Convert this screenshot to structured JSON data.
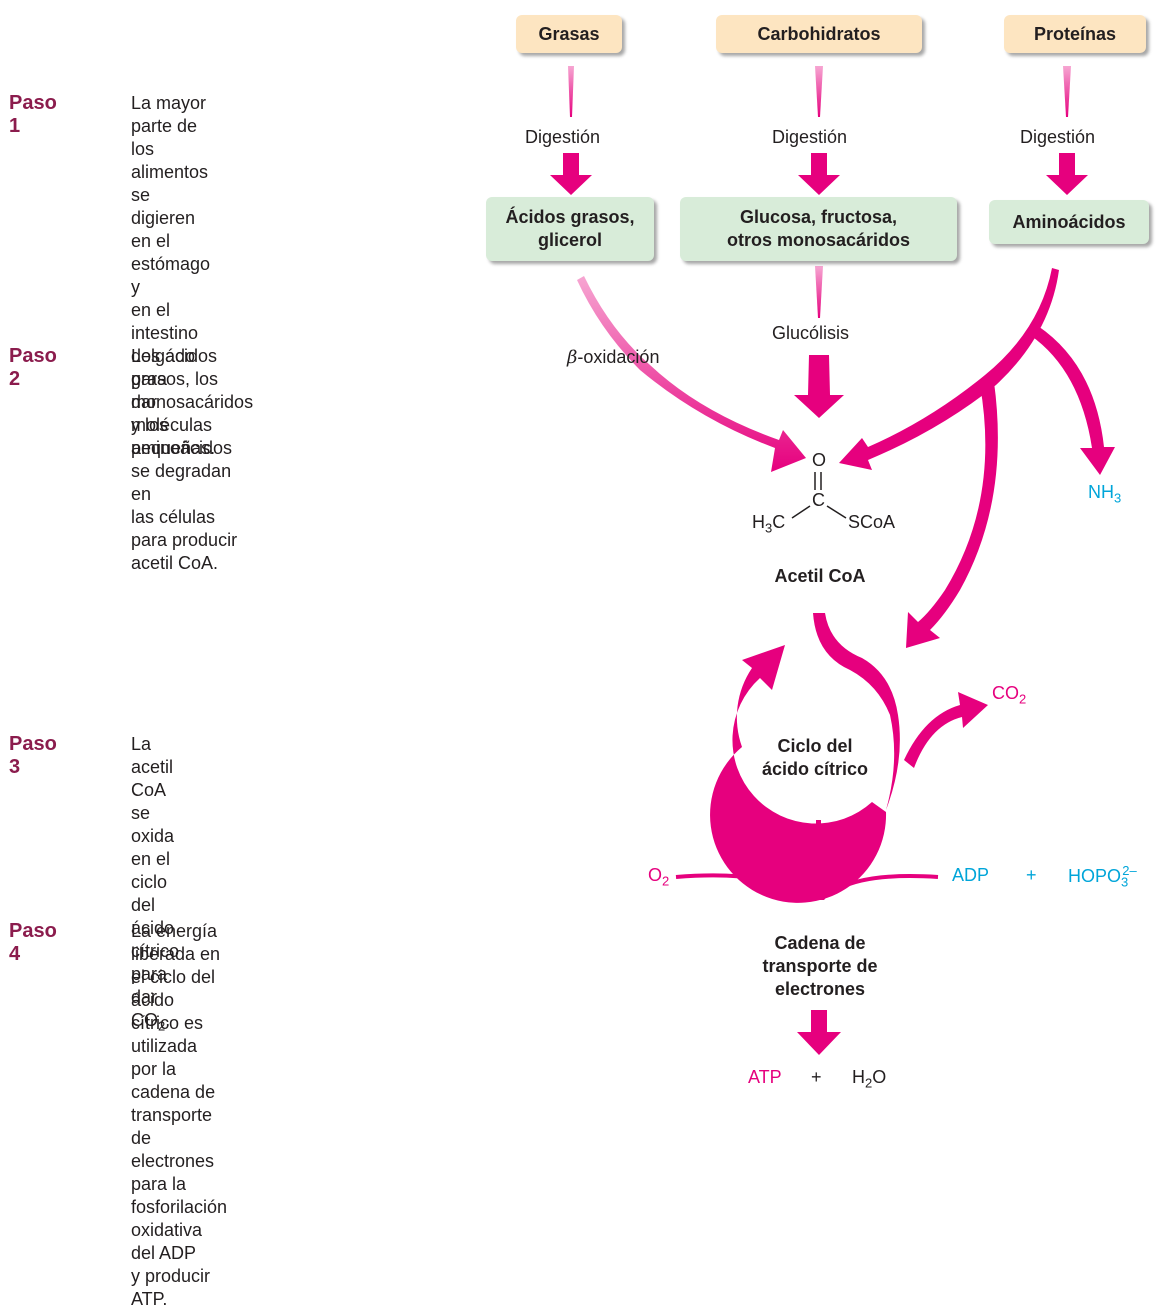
{
  "steps": [
    {
      "title": "Paso 1",
      "lines": [
        "La mayor parte de los alimentos",
        "se digieren en el estómago y",
        "en el intestino delgado para",
        "dar moléculas pequeñas."
      ]
    },
    {
      "title": "Paso 2",
      "lines": [
        "Los ácidos grasos, los monosacáridos",
        "y los aminoácidos se degradan en",
        "las células para producir acetil CoA."
      ]
    },
    {
      "title": "Paso 3",
      "lines": [
        "La acetil CoA se oxida en el ciclo del",
        "ácido cítrico para dar CO"
      ],
      "line2_sub": "2",
      "line2_end": "."
    },
    {
      "title": "Paso 4",
      "lines": [
        "La energía liberada en el ciclo del ácido",
        "cítrico es utilizada por la cadena de",
        "transporte de electrones para la",
        "fosforilación oxidativa del ADP",
        "y producir ATP."
      ]
    }
  ],
  "foods": [
    "Grasas",
    "Carbohidratos",
    "Proteínas"
  ],
  "digestion_label": "Digestión",
  "molecules": [
    {
      "line1": "Ácidos grasos,",
      "line2": "glicerol"
    },
    {
      "line1": "Glucosa, fructosa,",
      "line2": "otros monosacáridos"
    },
    {
      "line1": "Aminoácidos",
      "line2": ""
    }
  ],
  "glycolysis_label": "Glucólisis",
  "beta_ox": {
    "greek": "β",
    "rest": "-oxidación"
  },
  "acetyl": {
    "O": "O",
    "C": "C",
    "H3C_pre": "H",
    "H3C_sub": "3",
    "H3C_post": "C",
    "SCoA": "SCoA",
    "name": "Acetil CoA"
  },
  "nh3": {
    "pre": "NH",
    "sub": "3"
  },
  "co2": {
    "pre": "CO",
    "sub": "2"
  },
  "cycle_label": {
    "line1": "Ciclo del",
    "line2": "ácido cítrico"
  },
  "o2": {
    "pre": "O",
    "sub": "2"
  },
  "adp": "ADP",
  "plus": "+",
  "hopo": {
    "pre": "HOPO",
    "sub": "3",
    "sup": "2–"
  },
  "etc_label": {
    "line1": "Cadena de",
    "line2": "transporte de",
    "line3": "electrones"
  },
  "atp": "ATP",
  "h2o": {
    "pre": "H",
    "sub": "2",
    "post": "O"
  },
  "colors": {
    "arrow": "#e6007e",
    "step": "#8b1c4d",
    "blue": "#00a5d9",
    "food_box": "#fde5c1",
    "mol_box": "#d8ecd9"
  }
}
